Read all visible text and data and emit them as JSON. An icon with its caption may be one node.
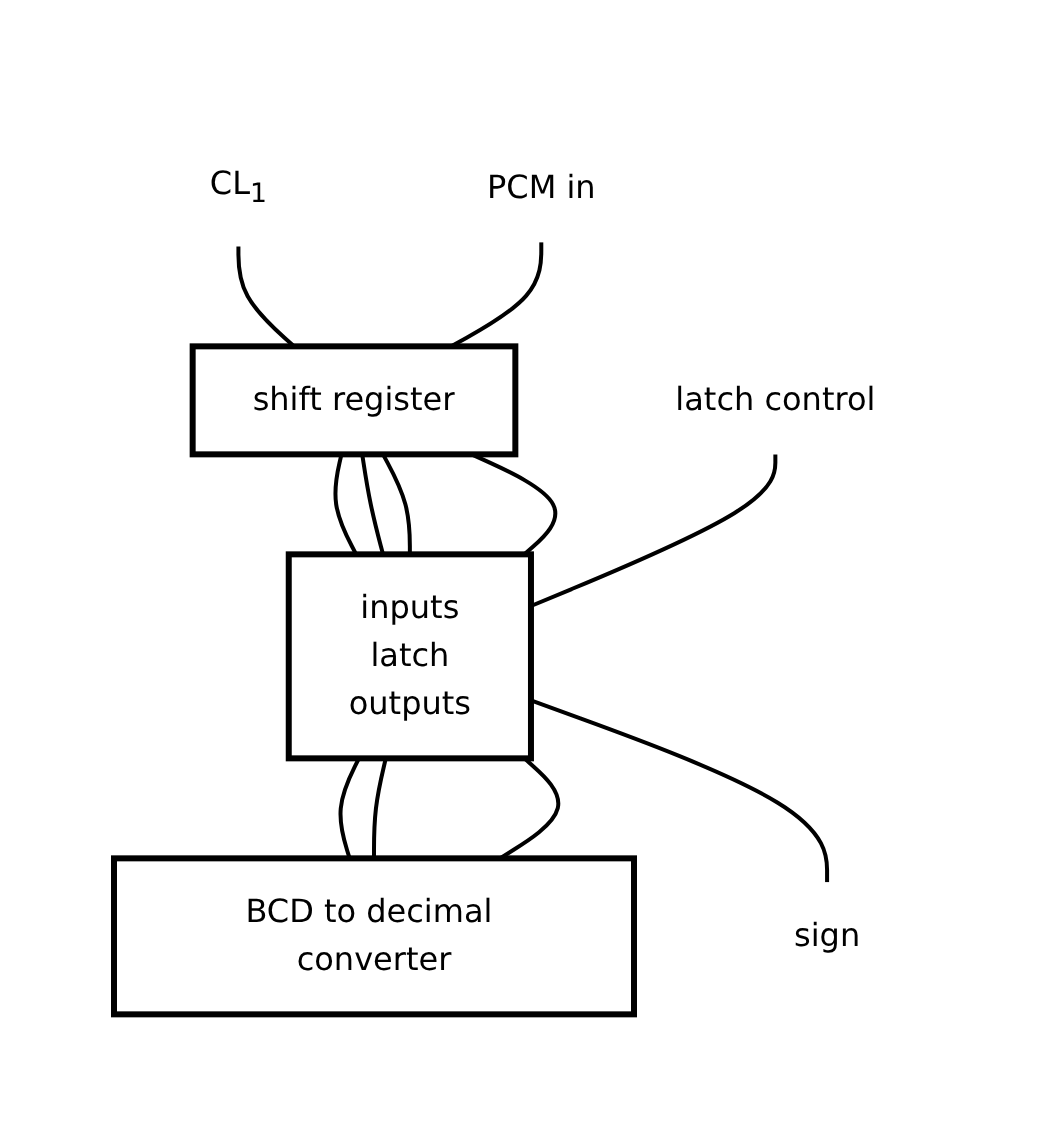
{
  "diagram": {
    "nodes": [
      {
        "text": [
          "CL$_{1}$"
        ]
      },
      {
        "text": [
          "shift register"
        ]
      },
      {
        "text": [
          "PCM in"
        ]
      },
      {
        "text": [
          "latch control"
        ]
      },
      {
        "text": [
          "inputs",
          "latch",
          "outputs"
        ]
      },
      {
        "text": [
          "sign"
        ]
      },
      {
        "text": [
          "BCD to decimal converter"
        ]
      }
    ],
    "edges": [
      {
        "from": 0,
        "to": 1,
        "arrow": "none"
      },
      {
        "from": 2,
        "to": 1,
        "arrow": "none"
      },
      {
        "from": 1,
        "to": 4,
        "arrow": "none"
      },
      {
        "from": 1,
        "to": 4,
        "arrow": "none"
      },
      {
        "from": 1,
        "to": 4,
        "arrow": "none"
      },
      {
        "from": 1,
        "to": 4,
        "arrow": "none"
      },
      {
        "from": 3,
        "to": 4,
        "arrow": "none"
      },
      {
        "from": 4,
        "to": 6,
        "arrow": "none"
      },
      {
        "from": 4,
        "to": 6,
        "arrow": "none"
      },
      {
        "from": 4,
        "to": 6,
        "arrow": "none"
      },
      {
        "from": 4,
        "to": 5,
        "arrow": "none"
      }
    ]
  }
}
